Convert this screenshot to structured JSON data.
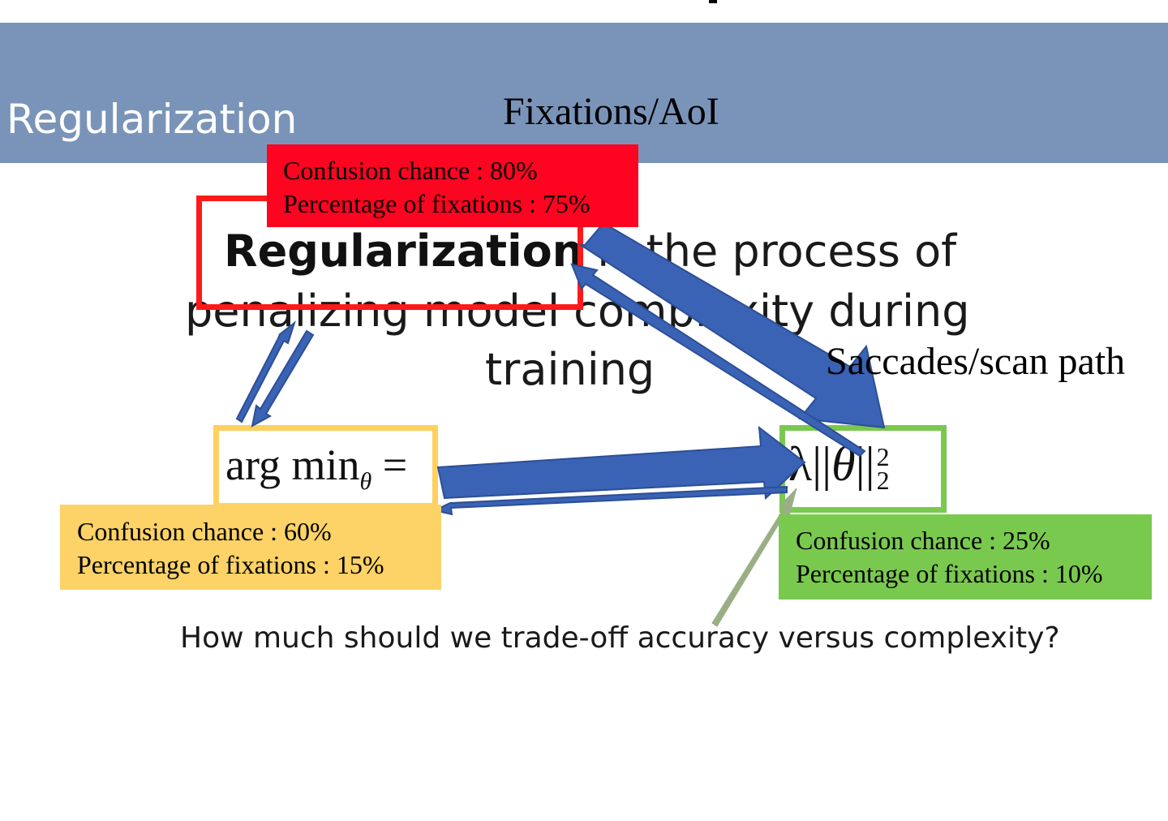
{
  "slide": {
    "title": "Regularization"
  },
  "labels": {
    "fixations": "Fixations/AoI",
    "saccades": "Saccades/scan path"
  },
  "sentence": {
    "bold_word": "Regularization",
    "line1_rest": " is the process of",
    "line2": "penalizing model complexity during",
    "line3": "training"
  },
  "formula": {
    "left_main": "arg min",
    "left_sub": "θ",
    "left_rest": " = ",
    "right_lambda": "λ||",
    "right_theta": "θ",
    "right_close": "||",
    "right_sup": "2",
    "right_sub": "2"
  },
  "info_boxes": {
    "red": {
      "line1": "Confusion chance : 80%",
      "line2": "Percentage of fixations : 75%",
      "color": "#fd0420"
    },
    "yellow": {
      "line1": "Confusion chance : 60%",
      "line2": "Percentage of fixations : 15%",
      "color": "#fdd266"
    },
    "green": {
      "line1": "Confusion chance : 25%",
      "line2": "Percentage of fixations : 10%",
      "color": "#7ac94f"
    }
  },
  "question": "How much should we trade-off accuracy versus complexity?",
  "colors": {
    "title_bar": "#7a94b9",
    "arrow_blue": "#3a62b5",
    "arrow_gray_green": "#9aaf86"
  }
}
